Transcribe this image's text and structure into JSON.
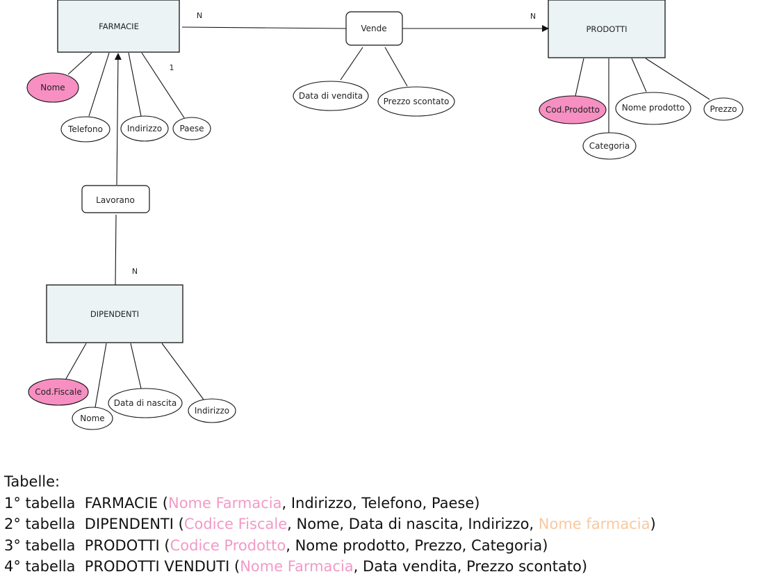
{
  "colors": {
    "entity_fill": "#ebf3f4",
    "key_attribute_fill": "#f78fc2",
    "primary_key_text": "#f29ac7",
    "foreign_key_text": "#f8c9a0"
  },
  "entities": {
    "farmacie": {
      "label": "FARMACIE",
      "attributes": [
        {
          "label": "Nome",
          "key": true
        },
        {
          "label": "Telefono",
          "key": false
        },
        {
          "label": "Indirizzo",
          "key": false
        },
        {
          "label": "Paese",
          "key": false
        }
      ]
    },
    "prodotti": {
      "label": "PRODOTTI",
      "attributes": [
        {
          "label": "Cod.Prodotto",
          "key": true
        },
        {
          "label": "Categoria",
          "key": false
        },
        {
          "label": "Nome prodotto",
          "key": false
        },
        {
          "label": "Prezzo",
          "key": false
        }
      ]
    },
    "dipendenti": {
      "label": "DIPENDENTI",
      "attributes": [
        {
          "label": "Cod.Fiscale",
          "key": true
        },
        {
          "label": "Nome",
          "key": false
        },
        {
          "label": "Data di nascita",
          "key": false
        },
        {
          "label": "Indirizzo",
          "key": false
        }
      ]
    }
  },
  "relationships": {
    "vende": {
      "label": "Vende",
      "attributes": [
        {
          "label": "Data di vendita"
        },
        {
          "label": "Prezzo scontato"
        }
      ],
      "cardinality_farmacie": "N",
      "cardinality_prodotti": "N"
    },
    "lavorano": {
      "label": "Lavorano",
      "cardinality_farmacie": "1",
      "cardinality_dipendenti": "N"
    }
  },
  "tables": {
    "heading": "Tabelle:",
    "rows": [
      {
        "prefix": "1° tabella  FARMACIE (",
        "pk": "Nome Farmacia",
        "rest": ", Indirizzo, Telefono, Paese)",
        "fk": "",
        "end": ""
      },
      {
        "prefix": "2° tabella  DIPENDENTI (",
        "pk": "Codice Fiscale",
        "rest": ", Nome, Data di nascita, Indirizzo, ",
        "fk": "Nome farmacia",
        "end": ")"
      },
      {
        "prefix": "3° tabella  PRODOTTI (",
        "pk": "Codice Prodotto",
        "rest": ", Nome prodotto, Prezzo, Categoria)",
        "fk": "",
        "end": ""
      },
      {
        "prefix": "4° tabella  PRODOTTI VENDUTI (",
        "pk": "Nome Farmacia",
        "rest": ", Data vendita, Prezzo scontato)",
        "fk": "",
        "end": ""
      }
    ]
  }
}
